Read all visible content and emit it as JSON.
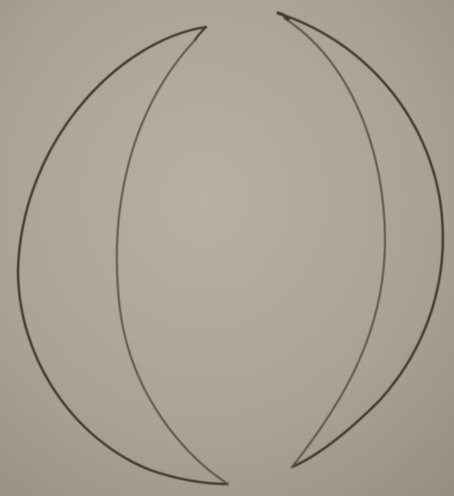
{
  "image": {
    "subject": "hand-drawn-crescent-pair",
    "colors": {
      "paper": "#aaa395",
      "paper_light": "#b8b1a3",
      "paper_dark": "#968f81",
      "ink": "#3d3833",
      "ink_soft": "#5a5550"
    },
    "shapes": [
      {
        "name": "left-crescent",
        "facing": "left"
      },
      {
        "name": "right-crescent",
        "facing": "right"
      }
    ]
  }
}
